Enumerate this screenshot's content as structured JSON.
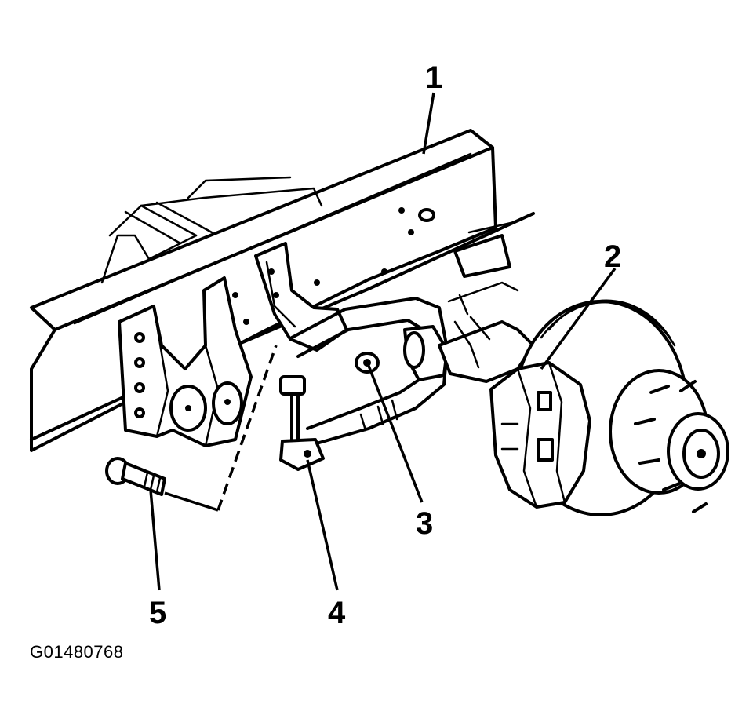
{
  "figure_id": "G01480768",
  "callouts": [
    {
      "id": "1",
      "label": "1"
    },
    {
      "id": "2",
      "label": "2"
    },
    {
      "id": "3",
      "label": "3"
    },
    {
      "id": "4",
      "label": "4"
    },
    {
      "id": "5",
      "label": "5"
    }
  ],
  "colors": {
    "ink": "#000000",
    "background": "#ffffff"
  }
}
